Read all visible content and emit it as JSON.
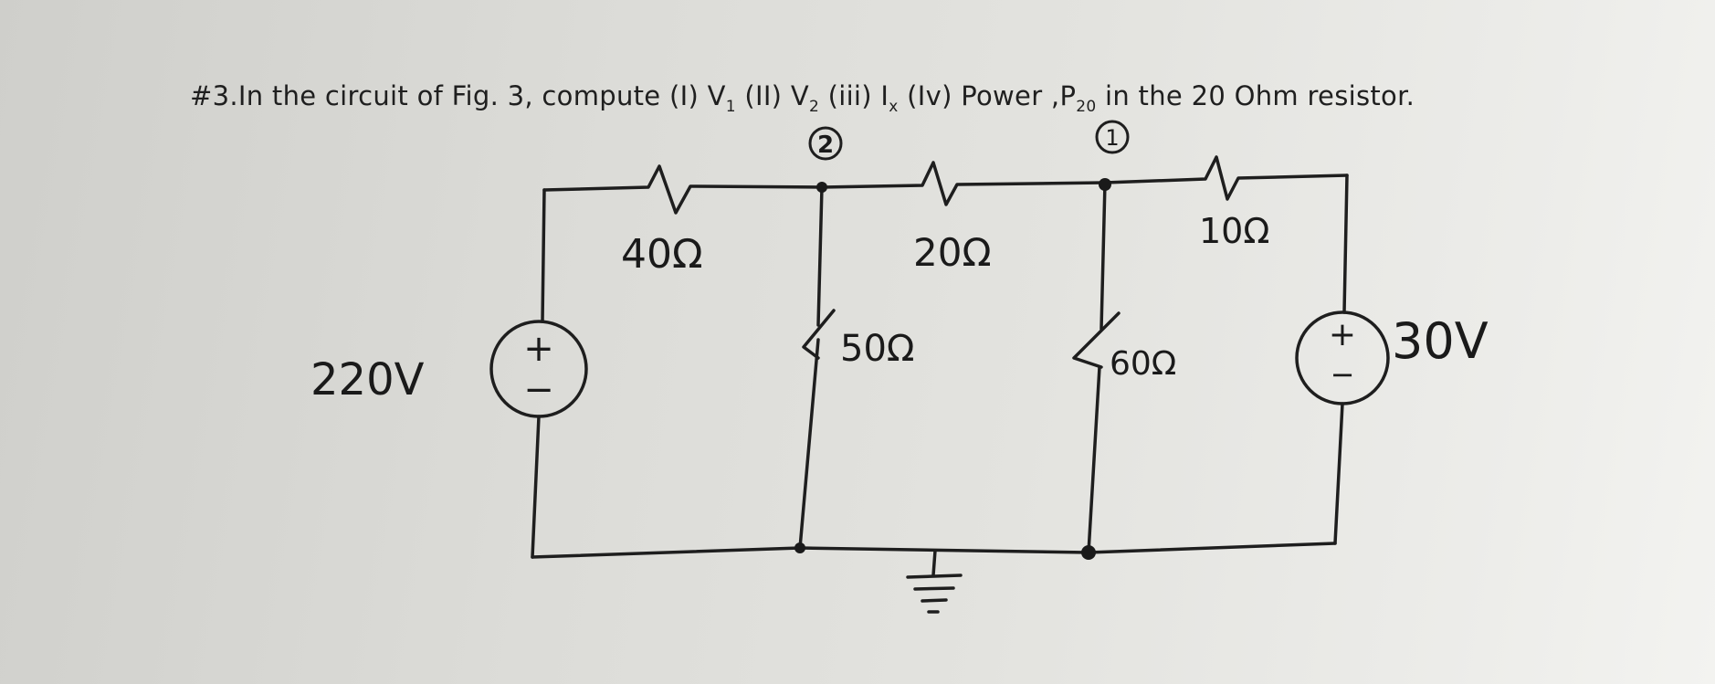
{
  "problem": {
    "prefix": "#3.In the circuit of Fig. 3, compute (I) V",
    "sub1": "1",
    "part2": " (II) V",
    "sub2": "2",
    "part3": " (iii) I",
    "subx": "x",
    "part4": " (Iv) Power ,P",
    "sub20": "20",
    "suffix": " in the 20 Ohm resistor."
  },
  "circuit": {
    "node_labels": {
      "node2": "2",
      "node1": "1"
    },
    "resistors": {
      "r40": "40Ω",
      "r20": "20Ω",
      "r10": "10Ω",
      "r50": "50Ω",
      "r60": "60Ω"
    },
    "sources": {
      "left": {
        "label": "220V",
        "plus": "+",
        "minus": "−"
      },
      "right": {
        "label": "30V",
        "plus": "+",
        "minus": "−"
      }
    }
  }
}
